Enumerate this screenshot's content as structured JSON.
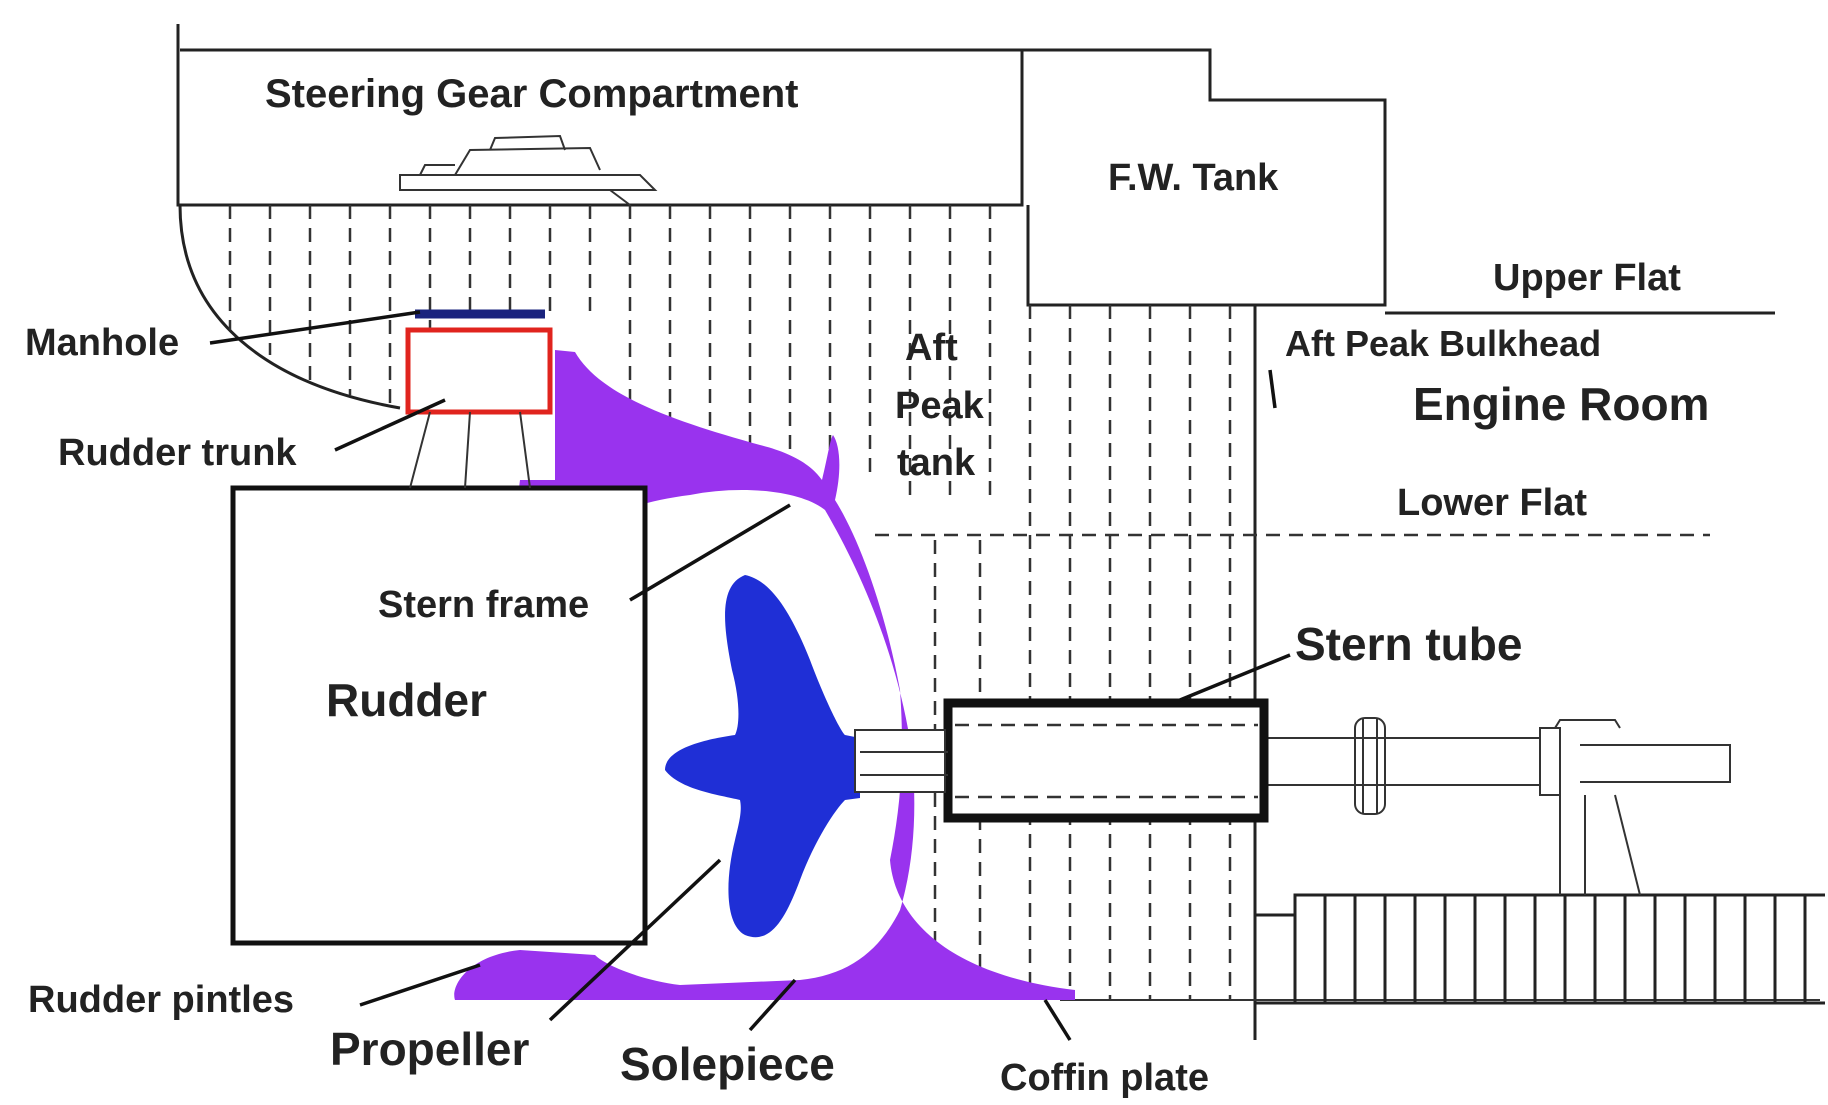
{
  "labels": {
    "steering_gear": "Steering Gear Compartment",
    "fw_tank": "F.W. Tank",
    "upper_flat": "Upper Flat",
    "aft_peak_bulkhead": "Aft Peak Bulkhead",
    "engine_room": "Engine Room",
    "lower_flat": "Lower Flat",
    "aft_peak_tank": [
      "Aft",
      "Peak",
      "tank"
    ],
    "manhole": "Manhole",
    "rudder_trunk": "Rudder trunk",
    "stern_frame": "Stern frame",
    "rudder": "Rudder",
    "stern_tube": "Stern tube",
    "rudder_pintles": "Rudder pintles",
    "propeller": "Propeller",
    "solepiece": "Solepiece",
    "coffin_plate": "Coffin plate"
  },
  "colors": {
    "stern_frame": "#9933ee",
    "propeller": "#1f2fd6",
    "rudder_trunk": "#e0241e",
    "manhole": "#1a237e",
    "outline": "#222222"
  }
}
